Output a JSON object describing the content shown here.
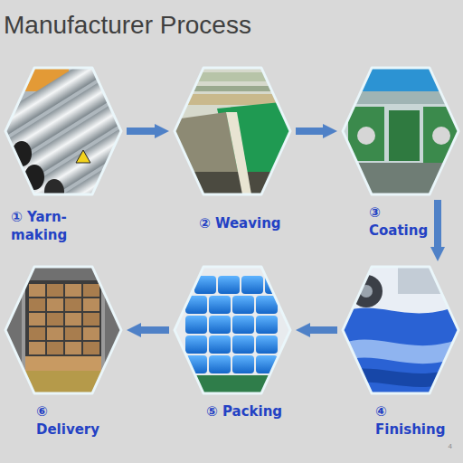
{
  "diagram": {
    "title": "Manufacturer Process",
    "nodes": [
      {
        "text": [
          "① Yarn-making"
        ]
      },
      {
        "text": [
          "② Weaving"
        ]
      },
      {
        "text": [
          "③ Coating"
        ]
      },
      {
        "text": [
          "④ Finishing"
        ]
      },
      {
        "text": [
          "⑤ Packing"
        ]
      },
      {
        "text": [
          "⑥ Delivery"
        ]
      }
    ],
    "edges": [
      {
        "from": 0,
        "to": 1,
        "arrow": "to"
      },
      {
        "from": 1,
        "to": 2,
        "arrow": "to"
      },
      {
        "from": 2,
        "to": 3,
        "arrow": "to"
      },
      {
        "from": 3,
        "to": 4,
        "arrow": "to"
      },
      {
        "from": 4,
        "to": 5,
        "arrow": "to"
      }
    ],
    "labels": [
      "4"
    ]
  }
}
